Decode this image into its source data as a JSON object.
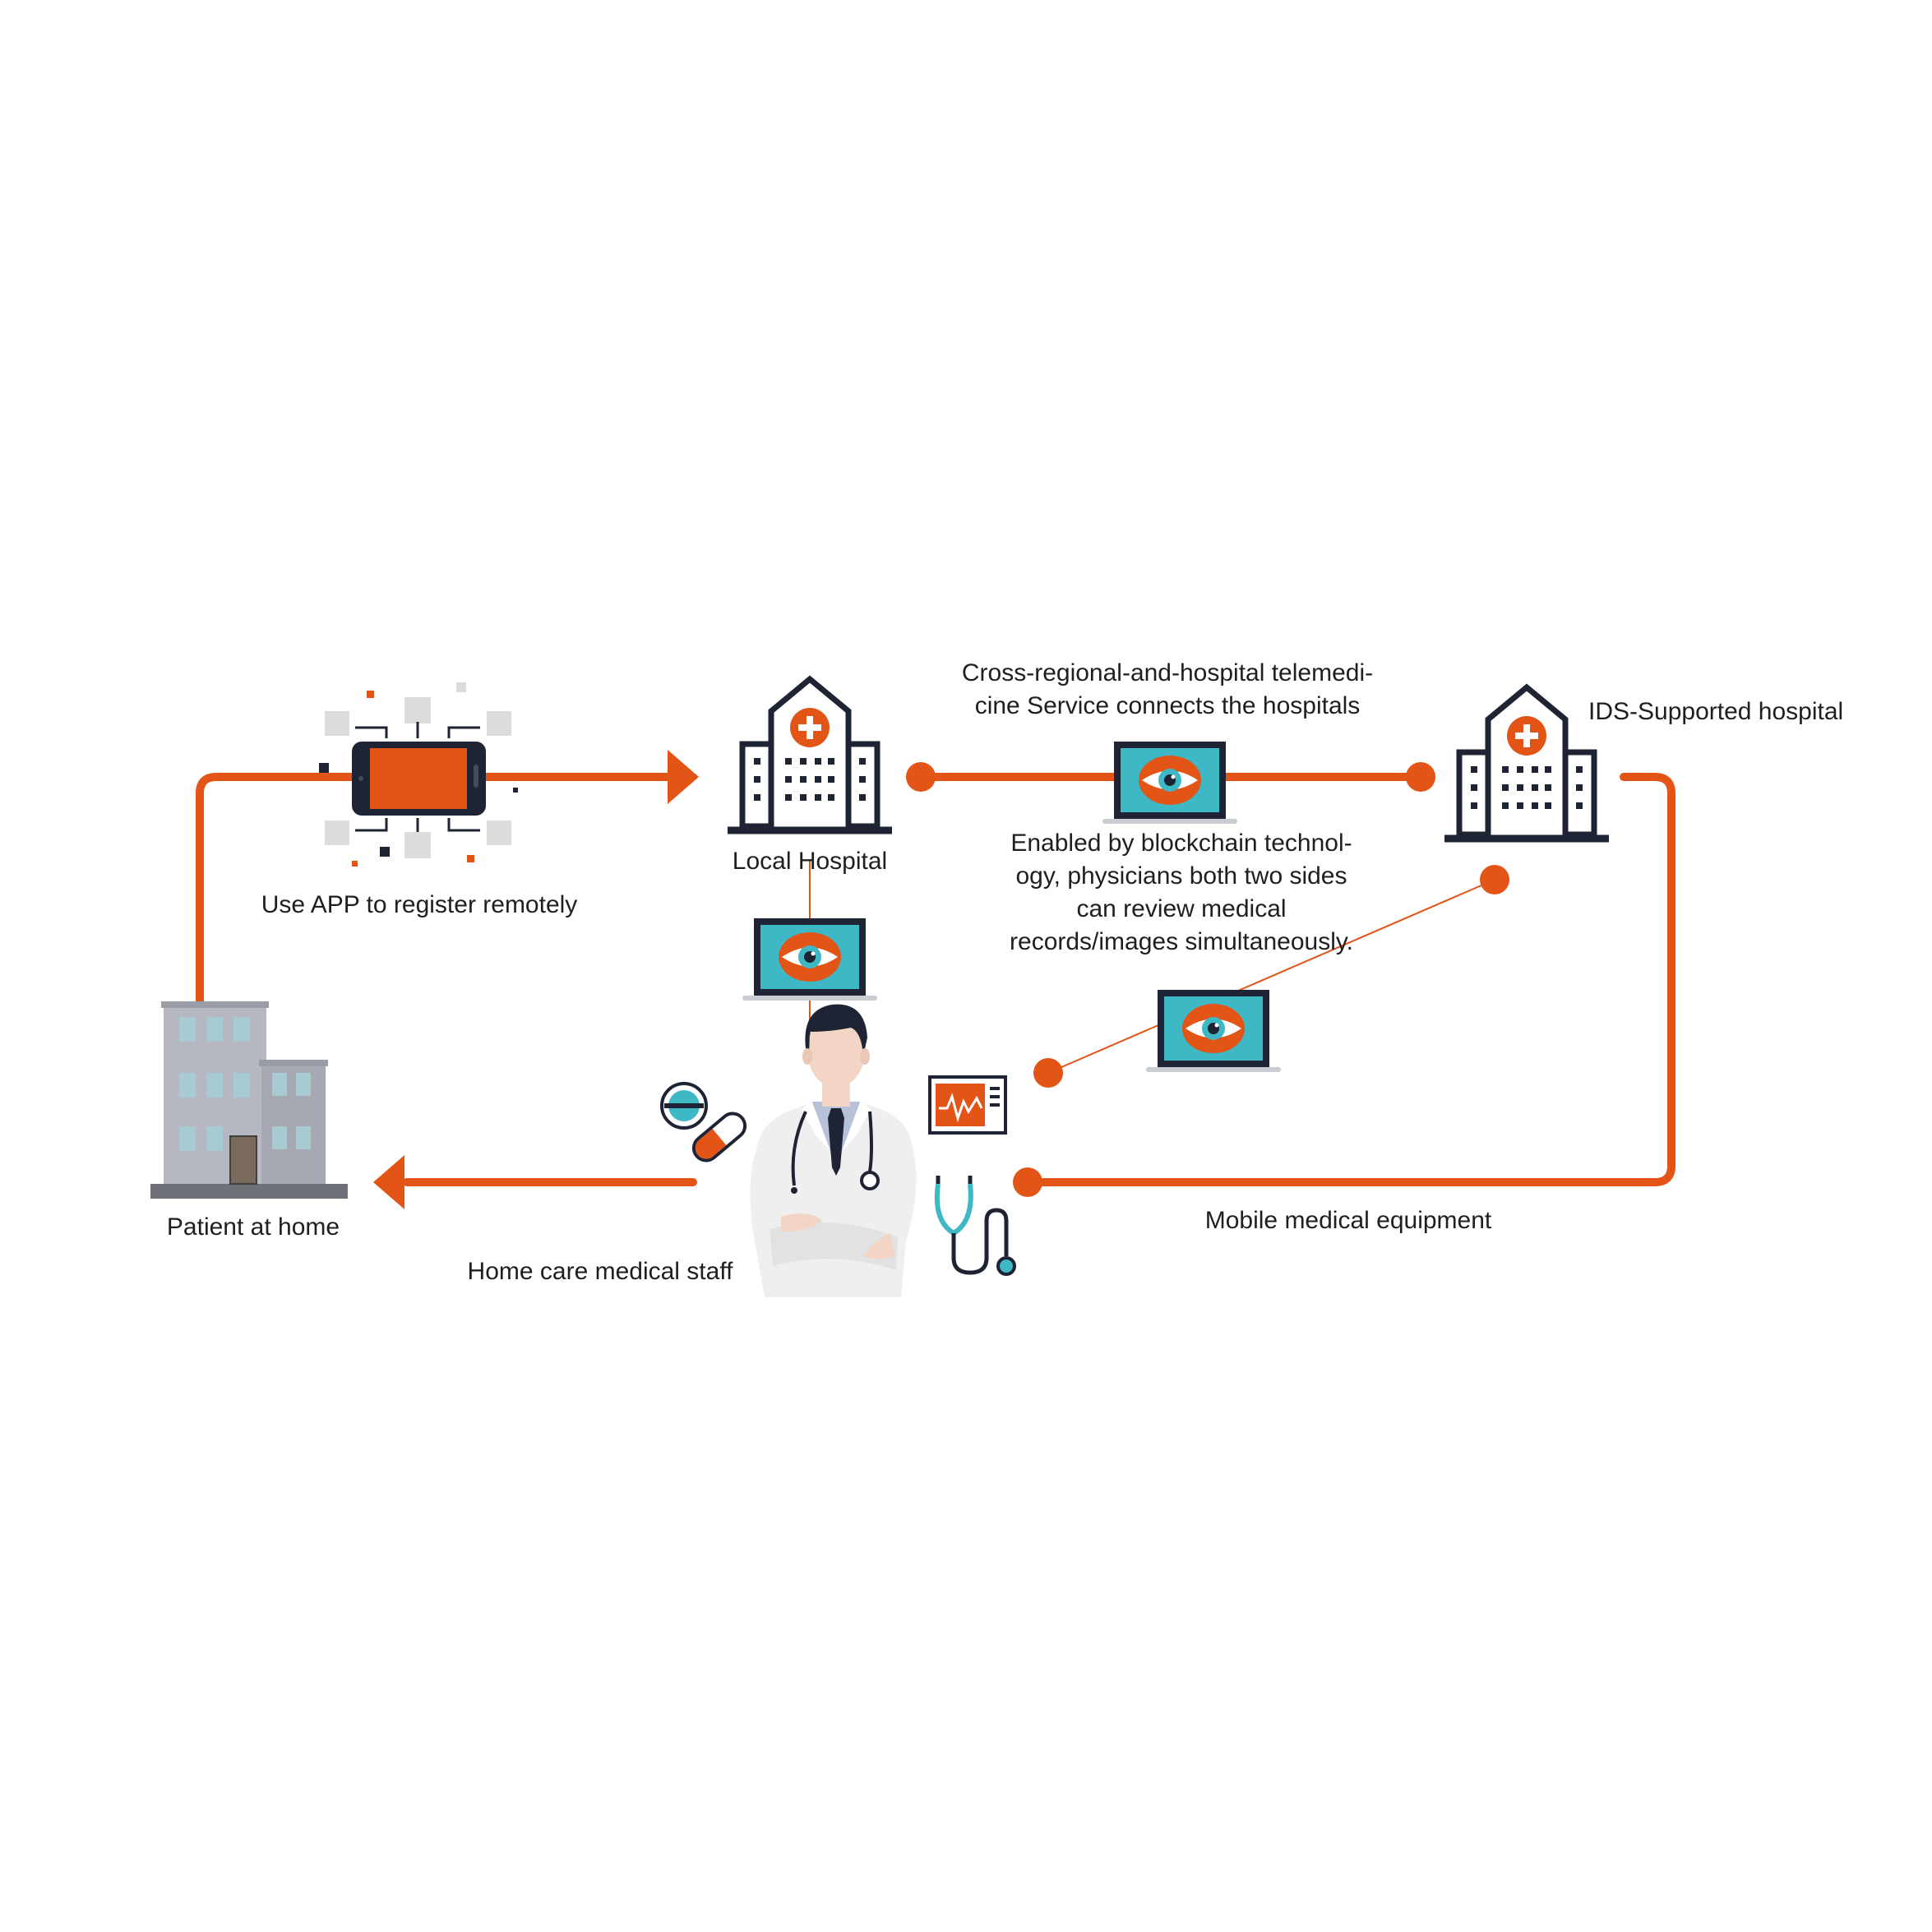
{
  "colors": {
    "flow": "#E35417",
    "navy": "#1E2433",
    "teal": "#3FB8C6",
    "building_gray": "#B5B8C0",
    "window_blue": "#A8CBD3",
    "gray_square": "#DCDCDC"
  },
  "labels": {
    "app_register": "Use APP to register remotely",
    "local_hospital": "Local Hospital",
    "telemedicine_line1": "Cross-regional-and-hospital telemedi-",
    "telemedicine_line2": "cine Service connects the hospitals",
    "ids_hospital": "IDS-Supported hospital",
    "blockchain_line1": "Enabled by blockchain technol-",
    "blockchain_line2": "ogy, physicians both two sides",
    "blockchain_line3": "can review medical",
    "blockchain_line4": "records/images simultaneously.",
    "patient_home": "Patient at home",
    "home_care_staff": "Home care medical staff",
    "mobile_equipment": "Mobile medical equipment"
  },
  "icons": {
    "phone": "smartphone-icon",
    "local_hospital": "hospital-icon",
    "ids_hospital": "hospital-icon",
    "laptop": "laptop-eye-icon",
    "house": "apartment-building-icon",
    "doctor": "doctor-icon",
    "pills": "pills-icon",
    "monitor": "ecg-monitor-icon",
    "stethoscope": "stethoscope-icon"
  }
}
